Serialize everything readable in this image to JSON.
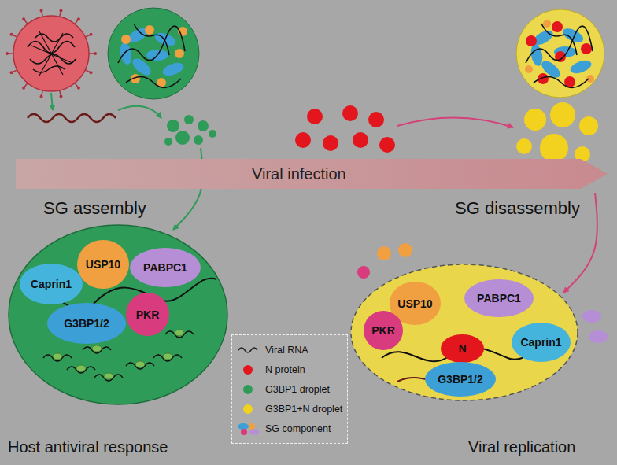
{
  "diagram": {
    "nodes": [
      {
        "text": [
          "Host antiviral response"
        ]
      },
      {
        "text": [
          "Caprin1"
        ],
        "in": 0
      },
      {
        "text": [
          "USP10"
        ],
        "in": 0
      },
      {
        "text": [
          "PABPC1"
        ],
        "in": 0
      },
      {
        "text": [
          "G3BP1/2"
        ],
        "in": 0
      },
      {
        "text": [
          "PKR"
        ],
        "in": 0
      },
      {
        "text": [
          "Viral infection"
        ]
      },
      {
        "text": [
          "Viral replication"
        ]
      },
      {
        "text": [
          "USP10"
        ],
        "in": 7
      },
      {
        "text": [
          "PABPC1"
        ],
        "in": 7
      },
      {
        "text": [
          "PKR"
        ],
        "in": 7
      },
      {
        "text": [
          "Caprin1"
        ],
        "in": 7
      },
      {
        "text": [
          "N"
        ],
        "in": 7
      },
      {
        "text": [
          "G3BP1/2"
        ],
        "in": 7
      }
    ],
    "labels": [
      "SG assembly",
      "SG disassembly"
    ],
    "legend": [
      {
        "text": "Viral RNA"
      },
      {
        "text": "N protein",
        "color": "#e3151d"
      },
      {
        "text": "G3BP1 droplet",
        "color": "#2f9b58"
      },
      {
        "text": "G3BP1+N droplet",
        "color": "#f2d21e"
      },
      {
        "text": "SG component"
      }
    ]
  }
}
